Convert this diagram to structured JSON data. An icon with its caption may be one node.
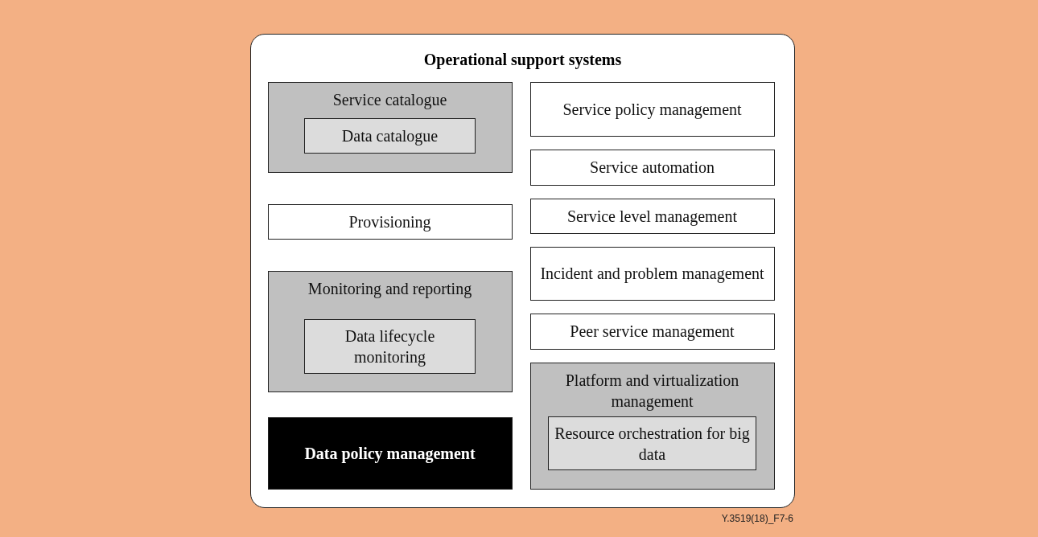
{
  "diagram": {
    "nodes": [
      {
        "text": [
          "Operational support systems"
        ]
      },
      {
        "text": [
          "Service catalogue"
        ],
        "in": 0
      },
      {
        "text": [
          "Data catalogue"
        ],
        "in": 1
      },
      {
        "text": [
          "Provisioning"
        ],
        "in": 0
      },
      {
        "text": [
          "Monitoring and reporting"
        ],
        "in": 0
      },
      {
        "text": [
          "Data lifecycle monitoring"
        ],
        "in": 4
      },
      {
        "text": [
          "Data policy management"
        ],
        "in": 0
      },
      {
        "text": [
          "Service policy management"
        ],
        "in": 0
      },
      {
        "text": [
          "Service automation"
        ],
        "in": 0
      },
      {
        "text": [
          "Service level management"
        ],
        "in": 0
      },
      {
        "text": [
          "Incident and problem management"
        ],
        "in": 0
      },
      {
        "text": [
          "Peer service management"
        ],
        "in": 0
      },
      {
        "text": [
          "Platform and virtualization management"
        ],
        "in": 0
      },
      {
        "text": [
          "Resource orchestration for big data"
        ],
        "in": 12
      }
    ],
    "labels": [
      "Y.3519(18)_F7-6"
    ]
  }
}
